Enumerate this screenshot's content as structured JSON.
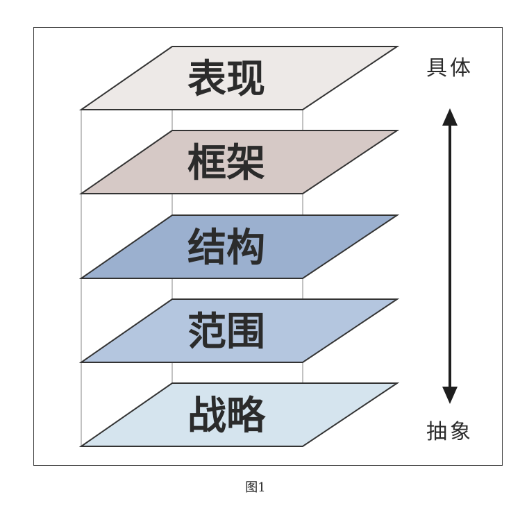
{
  "layers": [
    {
      "label": "表现",
      "color": "#ede9e7"
    },
    {
      "label": "框架",
      "color": "#d6c9c6"
    },
    {
      "label": "结构",
      "color": "#9bb0cf"
    },
    {
      "label": "范围",
      "color": "#b4c6df"
    },
    {
      "label": "战略",
      "color": "#d5e4ee"
    }
  ],
  "axis": {
    "top_label": "具体",
    "bottom_label": "抽象"
  },
  "caption": "图1"
}
